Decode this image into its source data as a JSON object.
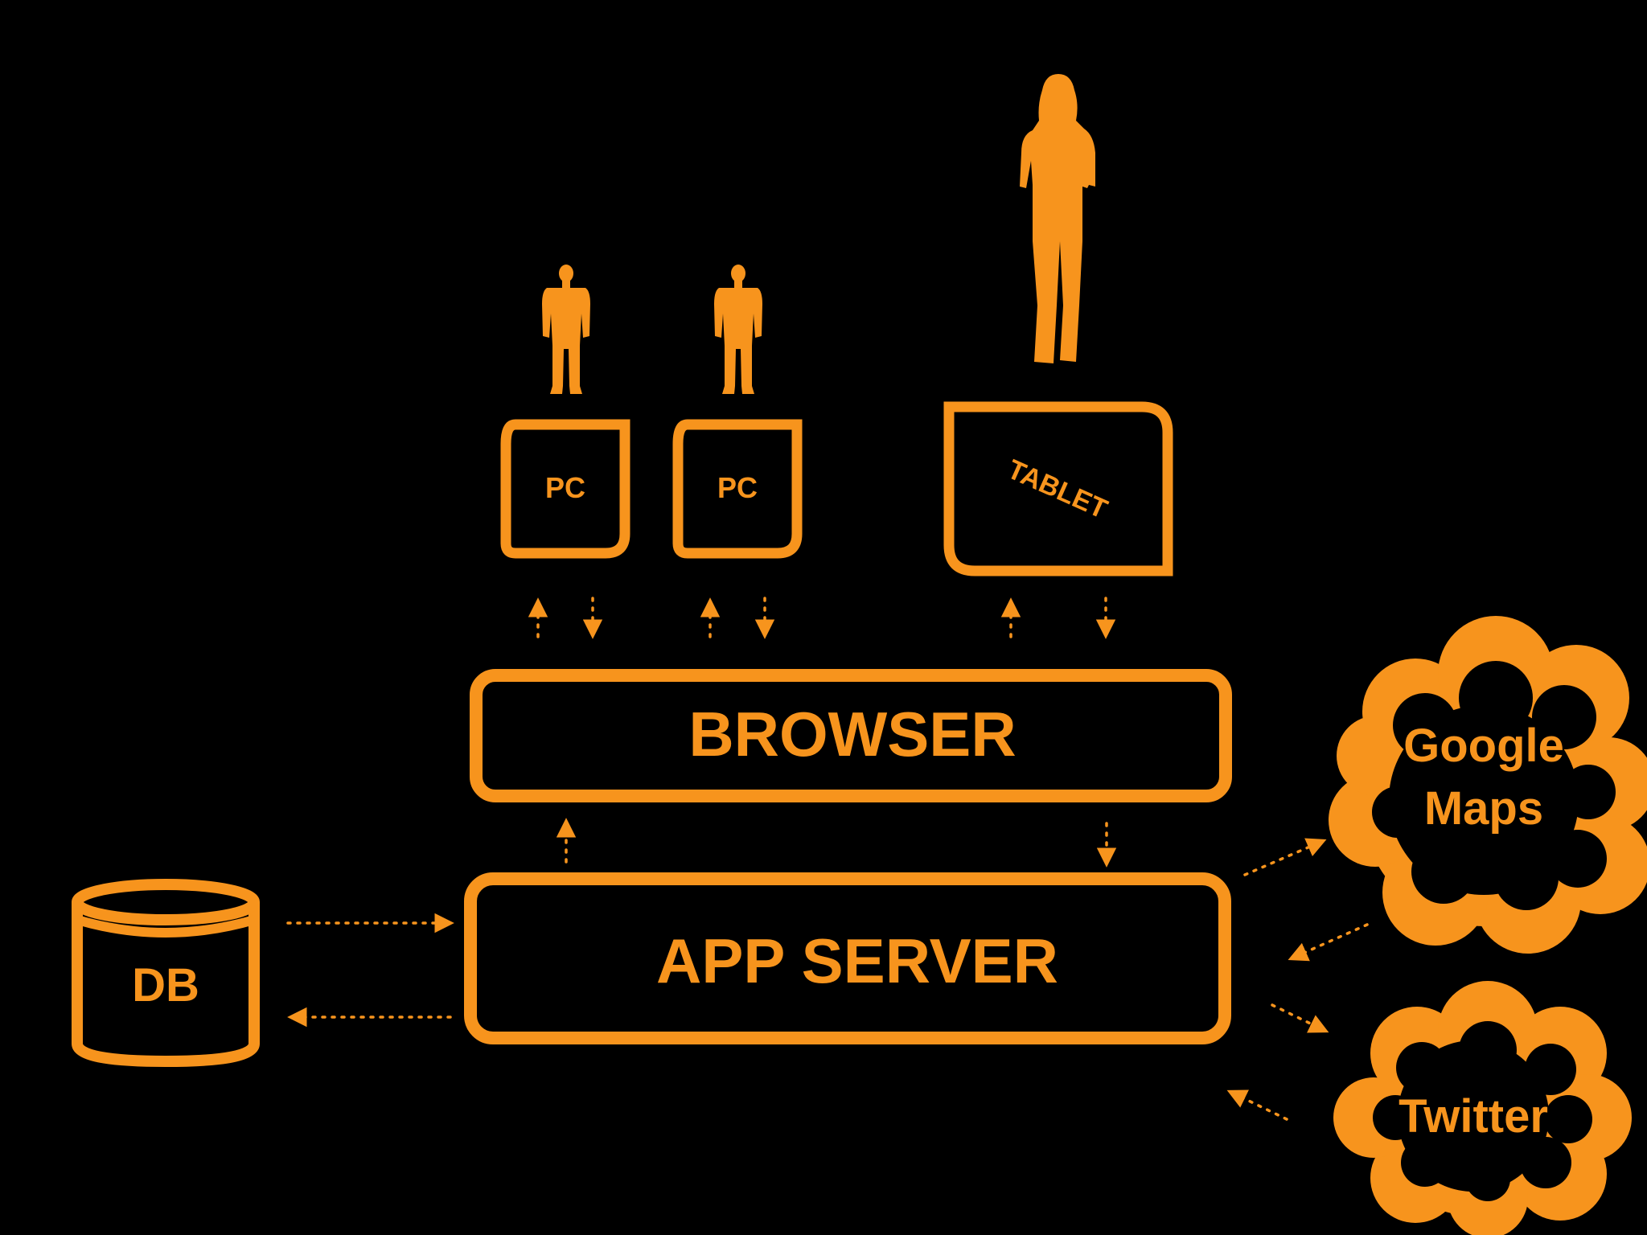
{
  "colors": {
    "background": "#000000",
    "accent": "#f7941d"
  },
  "nodes": {
    "pc1": {
      "label": "PC"
    },
    "pc2": {
      "label": "PC"
    },
    "tablet": {
      "label": "TABLET"
    },
    "browser": {
      "label": "BROWSER"
    },
    "app_server": {
      "label": "APP SERVER"
    },
    "db": {
      "label": "DB"
    },
    "google_maps": {
      "label_line1": "Google",
      "label_line2": "Maps"
    },
    "twitter": {
      "label": "Twitter"
    }
  },
  "icons": {
    "user_pc1": "person-icon",
    "user_pc2": "person-icon",
    "user_tablet": "person-icon"
  }
}
